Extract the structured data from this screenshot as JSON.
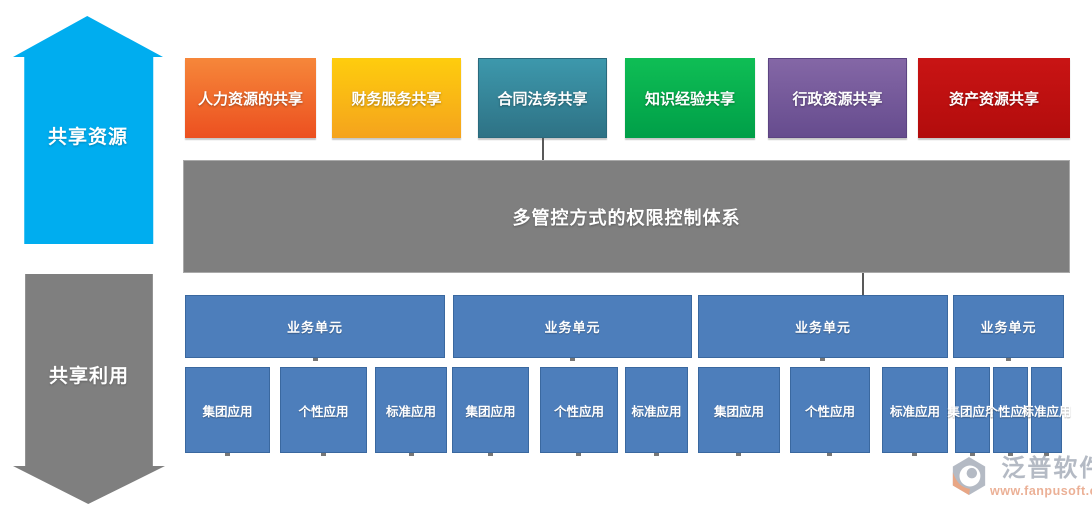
{
  "colors": {
    "arrow_up_blue": "#00ADEF",
    "arrow_down_gray": "#7F7F7F",
    "control_bar_gray": "#7F7F7F",
    "unit_blue": "#4D7EBB",
    "res_orange": "#EC5020",
    "res_yellow": "#F5A31D",
    "res_teal": "#31859C",
    "res_green": "#00A94F",
    "res_purple": "#76549A",
    "res_red": "#C00000",
    "connector_gray": "#595959",
    "watermark_gray": "#98A0AE",
    "watermark_orange": "#E4936F"
  },
  "flow": {
    "up_label": "共享资源",
    "down_label": "共享利用"
  },
  "shared_resources": [
    {
      "label": "人力资源的共享"
    },
    {
      "label": "财务服务共享"
    },
    {
      "label": "合同法务共享"
    },
    {
      "label": "知识经验共享"
    },
    {
      "label": "行政资源共享"
    },
    {
      "label": "资产资源共享"
    }
  ],
  "control_bar": {
    "label": "多管控方式的权限控制体系"
  },
  "business_units": [
    {
      "label": "业务单元",
      "apps": [
        "集团应用",
        "个性应用",
        "标准应用"
      ]
    },
    {
      "label": "业务单元",
      "apps": [
        "集团应用",
        "个性应用",
        "标准应用"
      ]
    },
    {
      "label": "业务单元",
      "apps": [
        "集团应用",
        "个性应用",
        "标准应用"
      ]
    },
    {
      "label": "业务单元",
      "apps": [
        "集团应用",
        "个性应用",
        "标准应用"
      ]
    }
  ],
  "watermark": {
    "brand": "泛普软件",
    "url": "www.fanpusoft.com"
  }
}
